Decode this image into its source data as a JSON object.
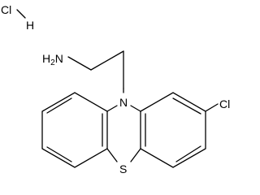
{
  "molecule": {
    "labels": {
      "hcl_cl": "Cl",
      "hcl_h": "H",
      "amine_h2n": "H",
      "amine_sub": "2",
      "amine_n": "N",
      "ring_n": "N",
      "ring_s": "S",
      "ring_cl": "Cl"
    },
    "colors": {
      "bond": "#000000",
      "text": "#000000",
      "background": "#ffffff"
    }
  }
}
